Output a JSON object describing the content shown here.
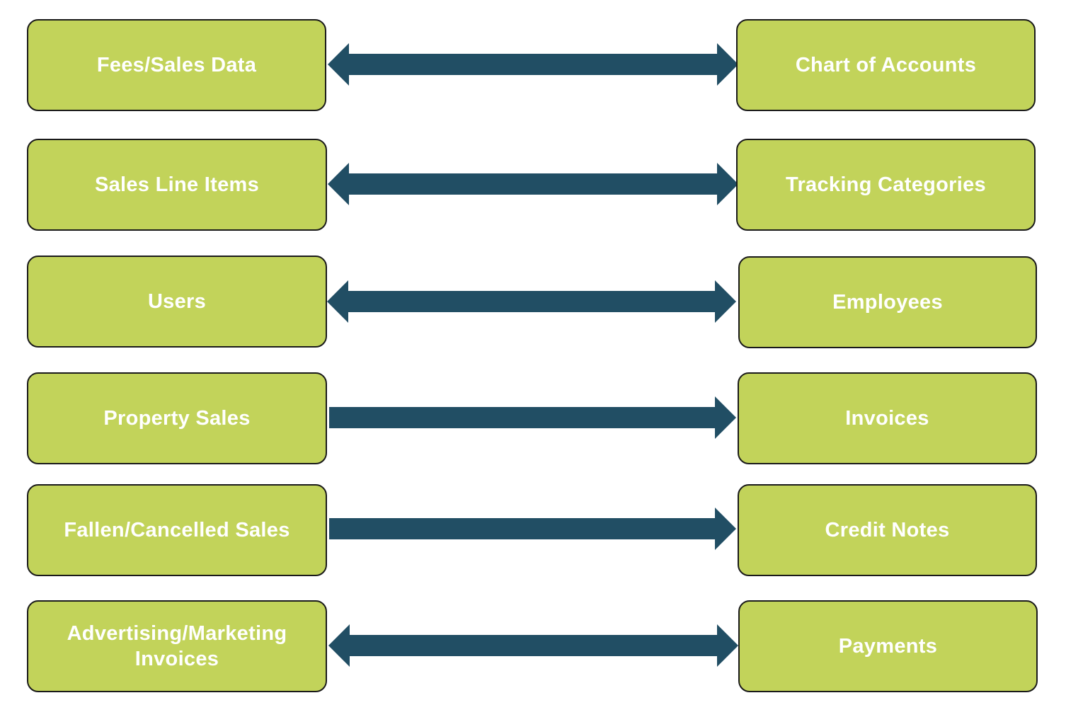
{
  "colors": {
    "box_fill": "#c2d35a",
    "box_border": "#1a1a1a",
    "label": "#ffffff",
    "arrow": "#214e64"
  },
  "rows": [
    {
      "left": "Fees/Sales Data",
      "right": "Chart of Accounts",
      "direction": "both"
    },
    {
      "left": "Sales Line Items",
      "right": "Tracking Categories",
      "direction": "both"
    },
    {
      "left": "Users",
      "right": "Employees",
      "direction": "both"
    },
    {
      "left": "Property Sales",
      "right": "Invoices",
      "direction": "right"
    },
    {
      "left": "Fallen/Cancelled Sales",
      "right": "Credit Notes",
      "direction": "right"
    },
    {
      "left": "Advertising/Marketing\nInvoices",
      "right": "Payments",
      "direction": "both"
    }
  ]
}
